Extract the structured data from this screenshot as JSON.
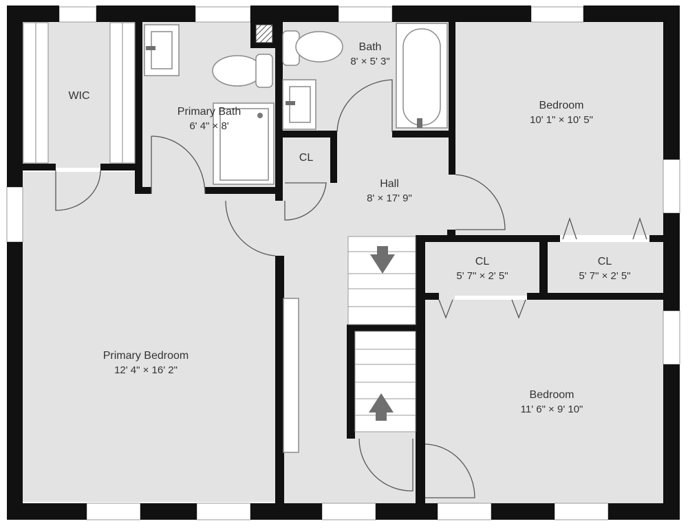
{
  "colors": {
    "wall": "#111111",
    "floor": "#e3e3e3",
    "fixture": "#ffffff",
    "fixture_stroke": "#8a8a8a",
    "arrow": "#6f6f6f",
    "text": "#333333"
  },
  "rooms": {
    "wic": {
      "name": "WIC",
      "dims": ""
    },
    "primary_bath": {
      "name": "Primary Bath",
      "dims": "6' 4\" × 8'"
    },
    "bath": {
      "name": "Bath",
      "dims": "8' × 5' 3\""
    },
    "bedroom_ne": {
      "name": "Bedroom",
      "dims": "10' 1\" × 10' 5\""
    },
    "cl_hall": {
      "name": "CL",
      "dims": ""
    },
    "hall": {
      "name": "Hall",
      "dims": "8' × 17' 9\""
    },
    "cl_mid": {
      "name": "CL",
      "dims": "5' 7\" × 2' 5\""
    },
    "cl_east": {
      "name": "CL",
      "dims": "5' 7\" × 2' 5\""
    },
    "primary_bedroom": {
      "name": "Primary Bedroom",
      "dims": "12' 4\" × 16' 2\""
    },
    "bedroom_se": {
      "name": "Bedroom",
      "dims": "11' 6\" × 9' 10\""
    }
  },
  "icons": {
    "stairs_down": "arrow-down-icon",
    "stairs_up": "arrow-up-icon"
  }
}
